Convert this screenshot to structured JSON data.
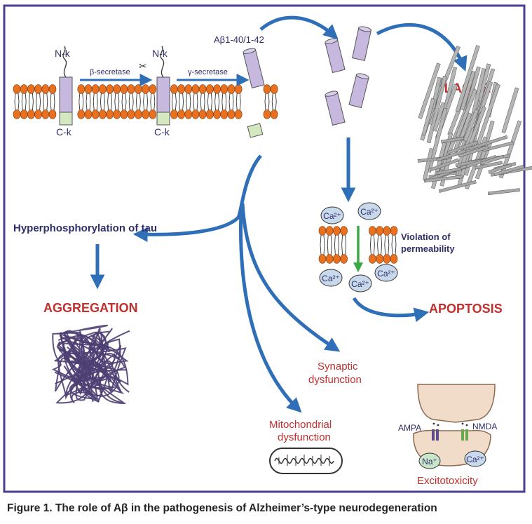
{
  "colors": {
    "frame": "#4b3f8f",
    "arrow": "#2e6fb7",
    "red_label": "#c0302e",
    "navy_label": "#2f2f6b",
    "lipid_head": "#e8701f",
    "peptide": "#c6b8df",
    "ion": "#c9d9ec",
    "green_arrow": "#3aa845",
    "tau": "#4e3f73",
    "synapse": "#f0dcc8"
  },
  "membrane": {
    "n_term": "N-k",
    "n_term_2": "N-k",
    "c_term": "C-k",
    "c_term_2": "C-k",
    "beta_secretase": "β-secretase",
    "gamma_secretase": "γ-secretase",
    "abeta": "Aβ1-40/1-42"
  },
  "plaque": "PLAQUE",
  "calcium": {
    "ion_label": "Ca²⁺",
    "permeability_line1": "Violation of",
    "permeability_line2": "permeability"
  },
  "apoptosis": "APOPTOSIS",
  "tau": {
    "hyperphos": "Hyperphosphorylation of tau",
    "aggregation": "AGGREGATION"
  },
  "synaptic": {
    "line1": "Synaptic",
    "line2": "dysfunction"
  },
  "mito": {
    "line1": "Mitochondrial",
    "line2": "dysfunction"
  },
  "excito": {
    "ampa": "AMPA",
    "nmda": "NMDA",
    "na": "Na⁺",
    "ca": "Ca²⁺",
    "label": "Excitotoxicity"
  },
  "caption": "Figure 1. The role of Aβ in the pathogenesis of Alzheimer’s-type neurodegeneration"
}
